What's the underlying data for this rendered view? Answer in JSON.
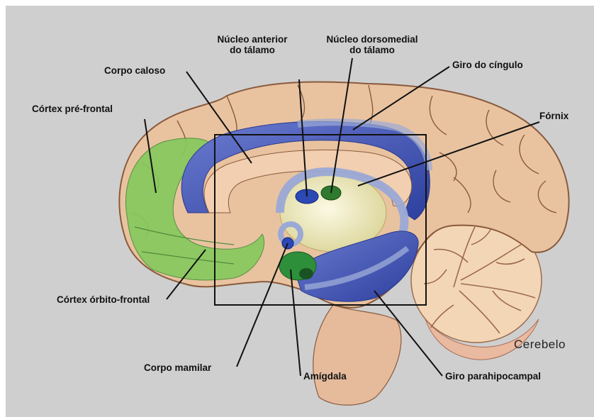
{
  "labels": {
    "nucleo_anterior": [
      "Núcleo anterior",
      "do tálamo"
    ],
    "nucleo_dorsomedial": [
      "Núcleo dorsomedial",
      "do tálamo"
    ],
    "corpo_caloso": "Corpo caloso",
    "giro_cingulo": "Giro do cíngulo",
    "cortex_prefrontal": "Córtex pré-frontal",
    "fornix": "Fórnix",
    "cortex_orbito_frontal": "Córtex órbito-frontal",
    "corpo_mamilar": "Corpo mamilar",
    "amigdala": "Amígdala",
    "giro_parahipocampal": "Giro parahipocampal",
    "cerebelo": "Cerebelo"
  },
  "colors": {
    "background": "#cfcfcf",
    "cortex": "#e9c3a0",
    "cortex_outline": "#8a5a3c",
    "limbic_blue": "#4f5fb8",
    "limbic_light_blue": "#9aa9d6",
    "prefrontal_green": "#7cc55a",
    "thalamus_yellow": "#f2efc4",
    "nucleus_green": "#1f6b2a",
    "nucleus_blue": "#1f3a9a",
    "brainstem": "#e8bfa2",
    "cerebellum": "#f3d8b8",
    "leader_line": "#111111"
  }
}
